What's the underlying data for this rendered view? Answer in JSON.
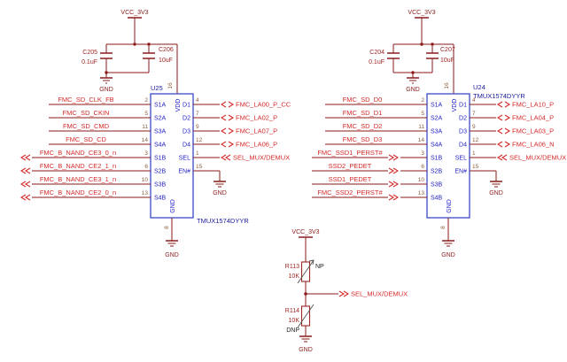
{
  "power": {
    "vcc": "VCC_3V3",
    "gnd": "GND"
  },
  "u25": {
    "designator": "U25",
    "part": "TMUX1574DYYR",
    "power_pin": {
      "name": "VDD",
      "num": "16"
    },
    "ground_pin": {
      "name": "GND",
      "num": "8"
    },
    "caps": [
      {
        "ref": "C205",
        "value": "0.1uF"
      },
      {
        "ref": "C206",
        "value": "10uF"
      }
    ],
    "left_pins": [
      {
        "num": "2",
        "name": "S1A",
        "net": "FMC_SD_CLK_FB"
      },
      {
        "num": "5",
        "name": "S2A",
        "net": "FMC_SD_CKIN"
      },
      {
        "num": "11",
        "name": "S3A",
        "net": "FMC_SD_CMD"
      },
      {
        "num": "14",
        "name": "S4A",
        "net": "FMC_SD_CD"
      },
      {
        "num": "3",
        "name": "S1B",
        "net": "FMC_B_NAND_CE3_0_n"
      },
      {
        "num": "6",
        "name": "S2B",
        "net": "FMC_B_NAND_CE2_1_n"
      },
      {
        "num": "10",
        "name": "S3B",
        "net": "FMC_B_NAND_CE3_1_n"
      },
      {
        "num": "13",
        "name": "S4B",
        "net": "FMC_B_NAND_CE2_0_n"
      }
    ],
    "right_pins": [
      {
        "num": "4",
        "name": "D1",
        "net": "FMC_LA00_P_CC"
      },
      {
        "num": "7",
        "name": "D2",
        "net": "FMC_LA02_P"
      },
      {
        "num": "9",
        "name": "D3",
        "net": "FMC_LA07_P"
      },
      {
        "num": "12",
        "name": "D4",
        "net": "FMC_LA06_P"
      },
      {
        "num": "1",
        "name": "SEL",
        "net": "SEL_MUX/DEMUX"
      },
      {
        "num": "15",
        "name": "EN#",
        "net": "GND"
      }
    ]
  },
  "u24": {
    "designator": "U24",
    "part": "TMUX1574DYYR",
    "power_pin": {
      "name": "VDD",
      "num": "16"
    },
    "ground_pin": {
      "name": "GND",
      "num": "8"
    },
    "caps": [
      {
        "ref": "C204",
        "value": "0.1uF"
      },
      {
        "ref": "C207",
        "value": "10uF"
      }
    ],
    "left_pins": [
      {
        "num": "2",
        "name": "S1A",
        "net": "FMC_SD_D0"
      },
      {
        "num": "5",
        "name": "S2A",
        "net": "FMC_SD_D1"
      },
      {
        "num": "11",
        "name": "S3A",
        "net": "FMC_SD_D2"
      },
      {
        "num": "14",
        "name": "S4A",
        "net": "FMC_SD_D3"
      },
      {
        "num": "3",
        "name": "S1B",
        "net": "FMC_SSD1_PERST#"
      },
      {
        "num": "6",
        "name": "S2B",
        "net": "SSD2_PEDET"
      },
      {
        "num": "10",
        "name": "S3B",
        "net": "SSD1_PEDET"
      },
      {
        "num": "13",
        "name": "S4B",
        "net": "FMC_SSD2_PERST#"
      }
    ],
    "right_pins": [
      {
        "num": "4",
        "name": "D1",
        "net": "FMC_LA10_P"
      },
      {
        "num": "7",
        "name": "D2",
        "net": "FMC_LA04_P"
      },
      {
        "num": "9",
        "name": "D3",
        "net": "FMC_LA03_P"
      },
      {
        "num": "12",
        "name": "D4",
        "net": "FMC_LA06_N"
      },
      {
        "num": "1",
        "name": "SEL",
        "net": "SEL_MUX/DEMUX"
      },
      {
        "num": "15",
        "name": "EN#",
        "net": "GND"
      }
    ]
  },
  "divider": {
    "net": "SEL_MUX/DEMUX",
    "resistors": [
      {
        "ref": "R113",
        "value": "10K",
        "note": "NP"
      },
      {
        "ref": "R114",
        "value": "10K",
        "note": "DNP"
      }
    ]
  }
}
